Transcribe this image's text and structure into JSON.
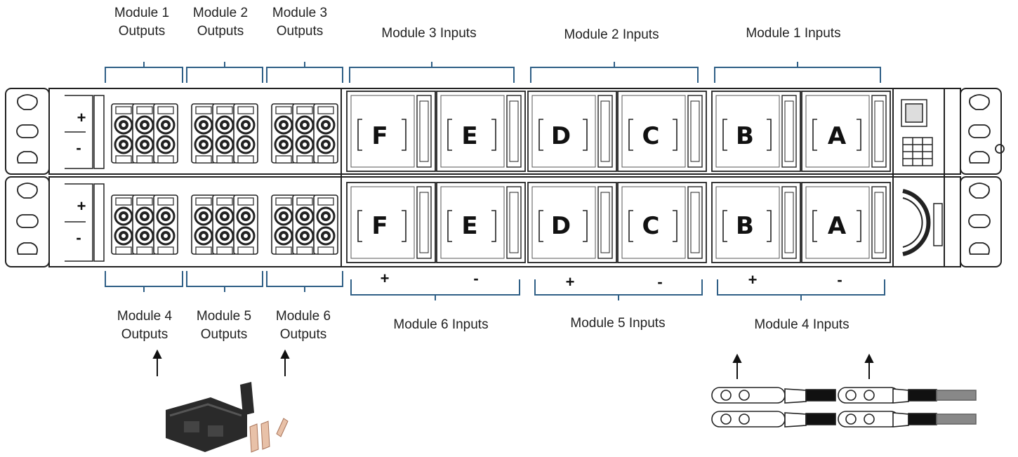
{
  "top_labels": {
    "module1_outputs": [
      "Module 1",
      "Outputs"
    ],
    "module2_outputs": [
      "Module 2",
      "Outputs"
    ],
    "module3_outputs": [
      "Module 3",
      "Outputs"
    ],
    "module3_inputs": "Module 3 Inputs",
    "module2_inputs": "Module 2 Inputs",
    "module1_inputs": "Module 1 Inputs"
  },
  "bottom_labels": {
    "module4_outputs": [
      "Module 4",
      "Outputs"
    ],
    "module5_outputs": [
      "Module 5",
      "Outputs"
    ],
    "module6_outputs": [
      "Module 6",
      "Outputs"
    ],
    "module6_inputs": "Module 6 Inputs",
    "module5_inputs": "Module 5 Inputs",
    "module4_inputs": "Module 4 Inputs"
  },
  "polarity": {
    "plus": "+",
    "minus": "-"
  },
  "slot_letters": [
    "F",
    "E",
    "D",
    "C",
    "B",
    "A"
  ],
  "colors": {
    "bracket": "#2f5f86",
    "outline": "#222222",
    "connector": "#2a2a2a"
  }
}
